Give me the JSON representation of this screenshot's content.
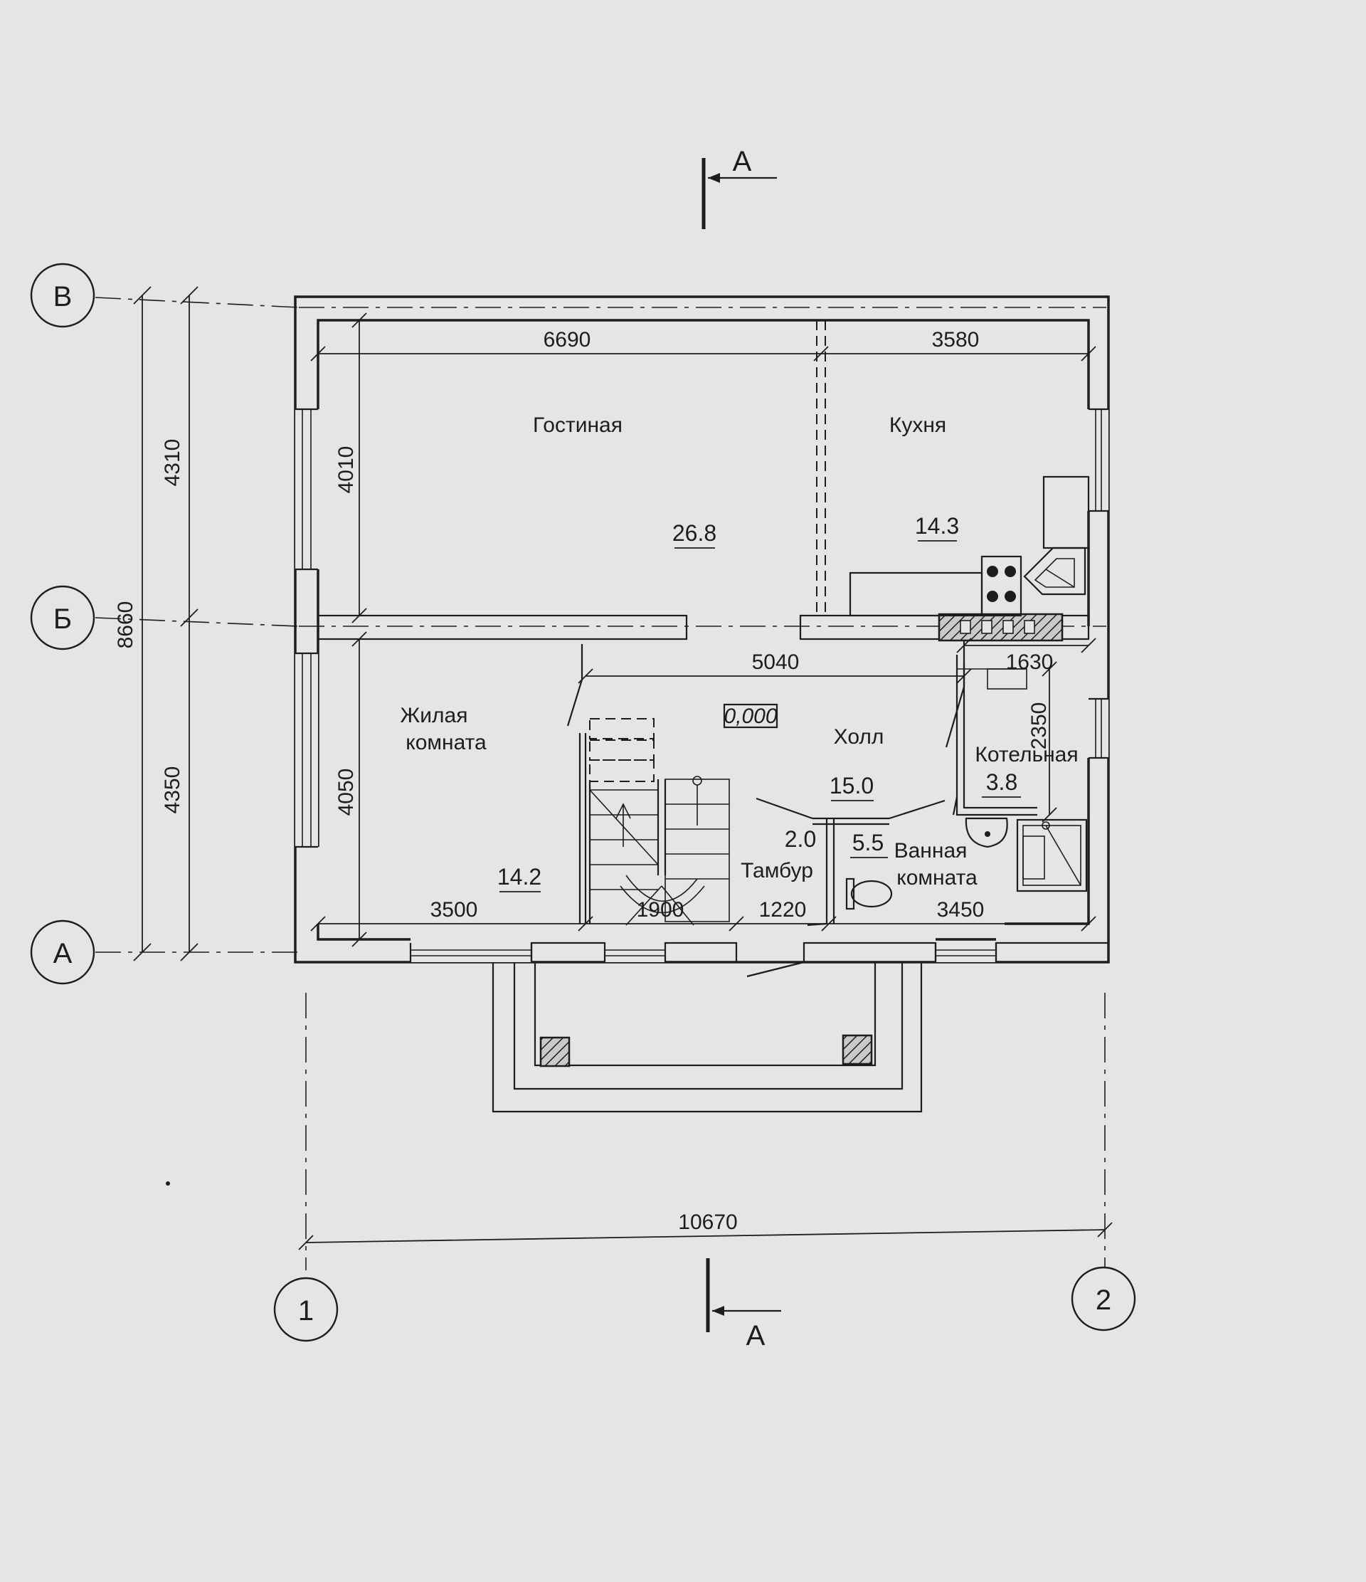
{
  "section_marks": {
    "top": "А",
    "bottom": "А"
  },
  "axes": {
    "b": "В",
    "bb": "Б",
    "a": "А",
    "one": "1",
    "two": "2"
  },
  "dimensions": {
    "top_left": "6690",
    "top_right": "3580",
    "left_upper": "4310",
    "left_total": "8660",
    "left_lower": "4350",
    "living_height_upper": "4010",
    "living_height_lower": "4050",
    "hall_width": "5040",
    "boiler_width": "1630",
    "boiler_height": "2350",
    "bedroom_width": "3500",
    "stair_width": "1900",
    "vestibule_width": "1220",
    "bath_width": "3450",
    "overall_width": "10670"
  },
  "rooms": {
    "gostinaya": {
      "name": "Гостиная",
      "area": "26.8"
    },
    "kukhnya": {
      "name": "Кухня",
      "area": "14.3"
    },
    "zhilaya": {
      "name_line1": "Жилая",
      "name_line2": "комната",
      "area": "14.2"
    },
    "kholl": {
      "name": "Холл",
      "area": "15.0"
    },
    "kotelnaya": {
      "name": "Котельная",
      "area": "3.8"
    },
    "tambur": {
      "name": "Тамбур",
      "area": "2.0"
    },
    "vannaya": {
      "name_line1": "Ванная",
      "name_line2": "комната",
      "area": "5.5"
    }
  },
  "level_mark": "0,000"
}
